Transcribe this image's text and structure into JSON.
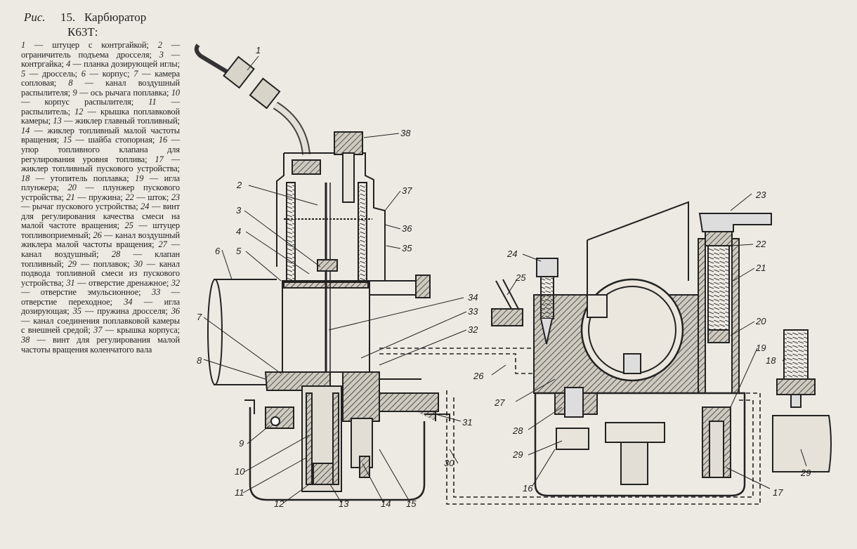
{
  "caption": {
    "prefix": "Рис.",
    "number": "15.",
    "title": "Карбюратор",
    "model": "К63Т:"
  },
  "legend": [
    {
      "n": "1",
      "text": "штуцер с контргайкой;"
    },
    {
      "n": "2",
      "text": "ограничитель подъема дросселя;"
    },
    {
      "n": "3",
      "text": "контргайка;"
    },
    {
      "n": "4",
      "text": "планка дозирующей иглы;"
    },
    {
      "n": "5",
      "text": "дроссель;"
    },
    {
      "n": "6",
      "text": "корпус;"
    },
    {
      "n": "7",
      "text": "камера сопловая;"
    },
    {
      "n": "8",
      "text": "канал воздушный распылителя;"
    },
    {
      "n": "9",
      "text": "ось рычага поплавка;"
    },
    {
      "n": "10",
      "text": "корпус распылителя;"
    },
    {
      "n": "11",
      "text": "распылитель;"
    },
    {
      "n": "12",
      "text": "крышка поплавковой камеры;"
    },
    {
      "n": "13",
      "text": "жиклер главный топливный;"
    },
    {
      "n": "14",
      "text": "жиклер топливный малой частоты вращения;"
    },
    {
      "n": "15",
      "text": "шайба стопорная;"
    },
    {
      "n": "16",
      "text": "упор топливного клапана для регулирования уровня топлива;"
    },
    {
      "n": "17",
      "text": "жиклер топливный пускового устройства;"
    },
    {
      "n": "18",
      "text": "утопитель поплавка;"
    },
    {
      "n": "19",
      "text": "игла плунжера;"
    },
    {
      "n": "20",
      "text": "плунжер пускового устройства;"
    },
    {
      "n": "21",
      "text": "пружина;"
    },
    {
      "n": "22",
      "text": "шток;"
    },
    {
      "n": "23",
      "text": "рычаг пускового устройства;"
    },
    {
      "n": "24",
      "text": "винт для регулирования качества смеси на малой частоте вращения;"
    },
    {
      "n": "25",
      "text": "штуцер топливоприемный;"
    },
    {
      "n": "26",
      "text": "канал воздушный жиклера малой частоты вращения;"
    },
    {
      "n": "27",
      "text": "канал воздушный;"
    },
    {
      "n": "28",
      "text": "клапан топливный;"
    },
    {
      "n": "29",
      "text": "поплавок;"
    },
    {
      "n": "30",
      "text": "канал подвода топливной смеси из пускового устройства;"
    },
    {
      "n": "31",
      "text": "отверстие дренажное;"
    },
    {
      "n": "32",
      "text": "отверстие эмульсионное;"
    },
    {
      "n": "33",
      "text": "отверстие переходное;"
    },
    {
      "n": "34",
      "text": "игла дозирующая;"
    },
    {
      "n": "35",
      "text": "пружина дросселя;"
    },
    {
      "n": "36",
      "text": "канал соединения поплавковой камеры с внешней средой;"
    },
    {
      "n": "37",
      "text": "крышка корпуса;"
    },
    {
      "n": "38",
      "text": "винт для регулирования малой частоты вращения коленчатого вала"
    }
  ],
  "callouts": [
    "1",
    "2",
    "3",
    "4",
    "5",
    "6",
    "7",
    "8",
    "9",
    "10",
    "11",
    "12",
    "13",
    "14",
    "15",
    "16",
    "17",
    "18",
    "19",
    "20",
    "21",
    "22",
    "23",
    "24",
    "25",
    "26",
    "27",
    "28",
    "29",
    "29",
    "30",
    "31",
    "32",
    "33",
    "34",
    "35",
    "36",
    "37",
    "38"
  ]
}
